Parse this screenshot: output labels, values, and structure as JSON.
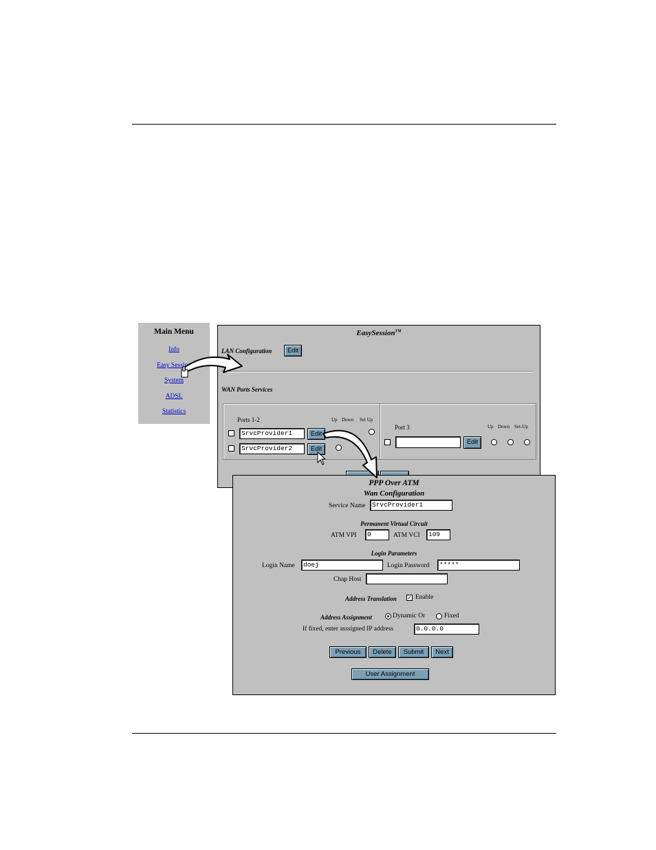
{
  "main_menu": {
    "title": "Main Menu",
    "items": [
      "Info",
      "Easy Session",
      "System",
      "ADSL",
      "Statistics"
    ]
  },
  "easysession": {
    "title": "EasySession",
    "title_sup": "TM",
    "lan_label": "LAN Configuration",
    "lan_edit": "Edit",
    "wan_label": "WAN Ports Services",
    "ports12": {
      "label": "Ports 1-2",
      "col_up": "Up",
      "col_down": "Down",
      "col_setup": "Set Up",
      "rows": [
        {
          "value": "SrvcProvider1",
          "edit": "Edit"
        },
        {
          "value": "SrvcProvider2",
          "edit": "Edit"
        }
      ]
    },
    "port3": {
      "label": "Port 3",
      "col_up": "Up",
      "col_down": "Down",
      "col_setup": "Set-Up",
      "value": "",
      "edit": "Edit"
    }
  },
  "ppp": {
    "title": "PPP Over ATM",
    "subtitle": "Wan Configuration",
    "service_name_label": "Service Name",
    "service_name_value": "SrvcProvider1",
    "pvc_heading": "Permanent Virtual Circuit",
    "vpi_label": "ATM VPI",
    "vpi_value": "0",
    "vci_label": "ATM VCI",
    "vci_value": "109",
    "login_heading": "Login Parameters",
    "login_name_label": "Login Name",
    "login_name_value": "doej",
    "login_password_label": "Login Password",
    "login_password_value": "*****",
    "chap_host_label": "Chap Host",
    "chap_host_value": "",
    "addr_translation_label": "Address Translation",
    "addr_translation_enable": "Enable",
    "addr_translation_checked": true,
    "addr_assignment_label": "Address Assignment",
    "dynamic_label": "Dynamic Or",
    "fixed_label": "Fixed",
    "selected_assignment": "Dynamic",
    "fixed_ip_label": "If fixed, enter asssigned IP address",
    "fixed_ip_value": "0.0.0.0",
    "buttons": {
      "previous": "Previous",
      "delete": "Delete",
      "submit": "Submit",
      "next": "Next"
    },
    "user_assignment": "User Assignment"
  }
}
